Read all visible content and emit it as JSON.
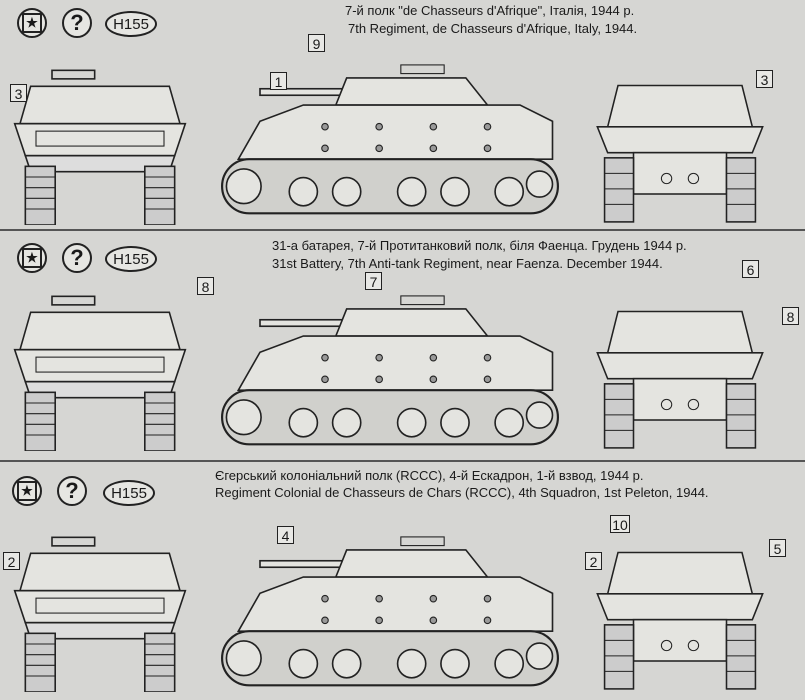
{
  "panels": [
    {
      "badge": "H155",
      "caption_ua": "7-й полк \"de Chasseurs d'Afrique\", Італія, 1944 р.",
      "caption_en": "7th Regiment, de Chasseurs d'Afrique, Italy, 1944.",
      "callouts": [
        "3",
        "9",
        "1",
        "3"
      ]
    },
    {
      "badge": "H155",
      "caption_ua": "31-а батарея, 7-й Протитанковий полк, біля Фаенца. Грудень 1944 р.",
      "caption_en": "31st Battery, 7th Anti-tank Regiment, near Faenza. December 1944.",
      "callouts": [
        "8",
        "7",
        "6",
        "8"
      ]
    },
    {
      "badge": "H155",
      "caption_ua": "Єгерський колоніальний полк (RCCC), 4-й Ескадрон, 1-й взвод, 1944 р.",
      "caption_en": "Regiment Colonial de Chasseurs de Chars (RCCC), 4th Squadron, 1st Peleton, 1944.",
      "callouts": [
        "2",
        "4",
        "10",
        "2",
        "5"
      ]
    }
  ],
  "icons": {
    "star": "★",
    "question": "?"
  }
}
